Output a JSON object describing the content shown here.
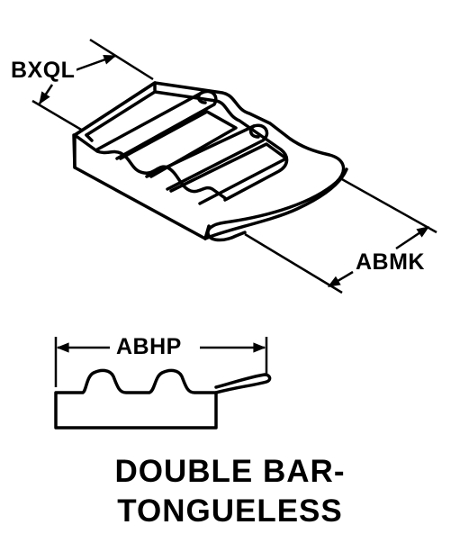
{
  "dimensions": {
    "width_label": "BXQL",
    "length_label": "ABMK",
    "profile_length_label": "ABHP"
  },
  "caption": {
    "line1": "DOUBLE BAR-",
    "line2": "TONGUELESS"
  },
  "colors": {
    "ink": "#000000",
    "paper": "#ffffff"
  }
}
